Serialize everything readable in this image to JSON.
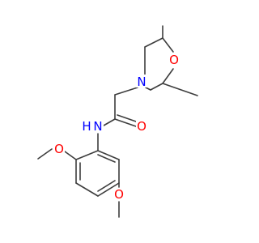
{
  "atoms": {
    "n_ring": {
      "label": "N",
      "color": "#0000ff"
    },
    "o_ring": {
      "label": "O",
      "color": "#ff0000"
    },
    "o_carbonyl": {
      "label": "O",
      "color": "#ff0000"
    },
    "n_amide": {
      "label": "N",
      "color": "#0000ff"
    },
    "h_amide": {
      "label": "H",
      "color": "#0000ff"
    },
    "o_methoxy_top": {
      "label": "O",
      "color": "#ff0000"
    },
    "o_methoxy_bottom": {
      "label": "O",
      "color": "#ff0000"
    }
  },
  "colors": {
    "bond": "#3d3d3d",
    "background": "#ffffff"
  }
}
